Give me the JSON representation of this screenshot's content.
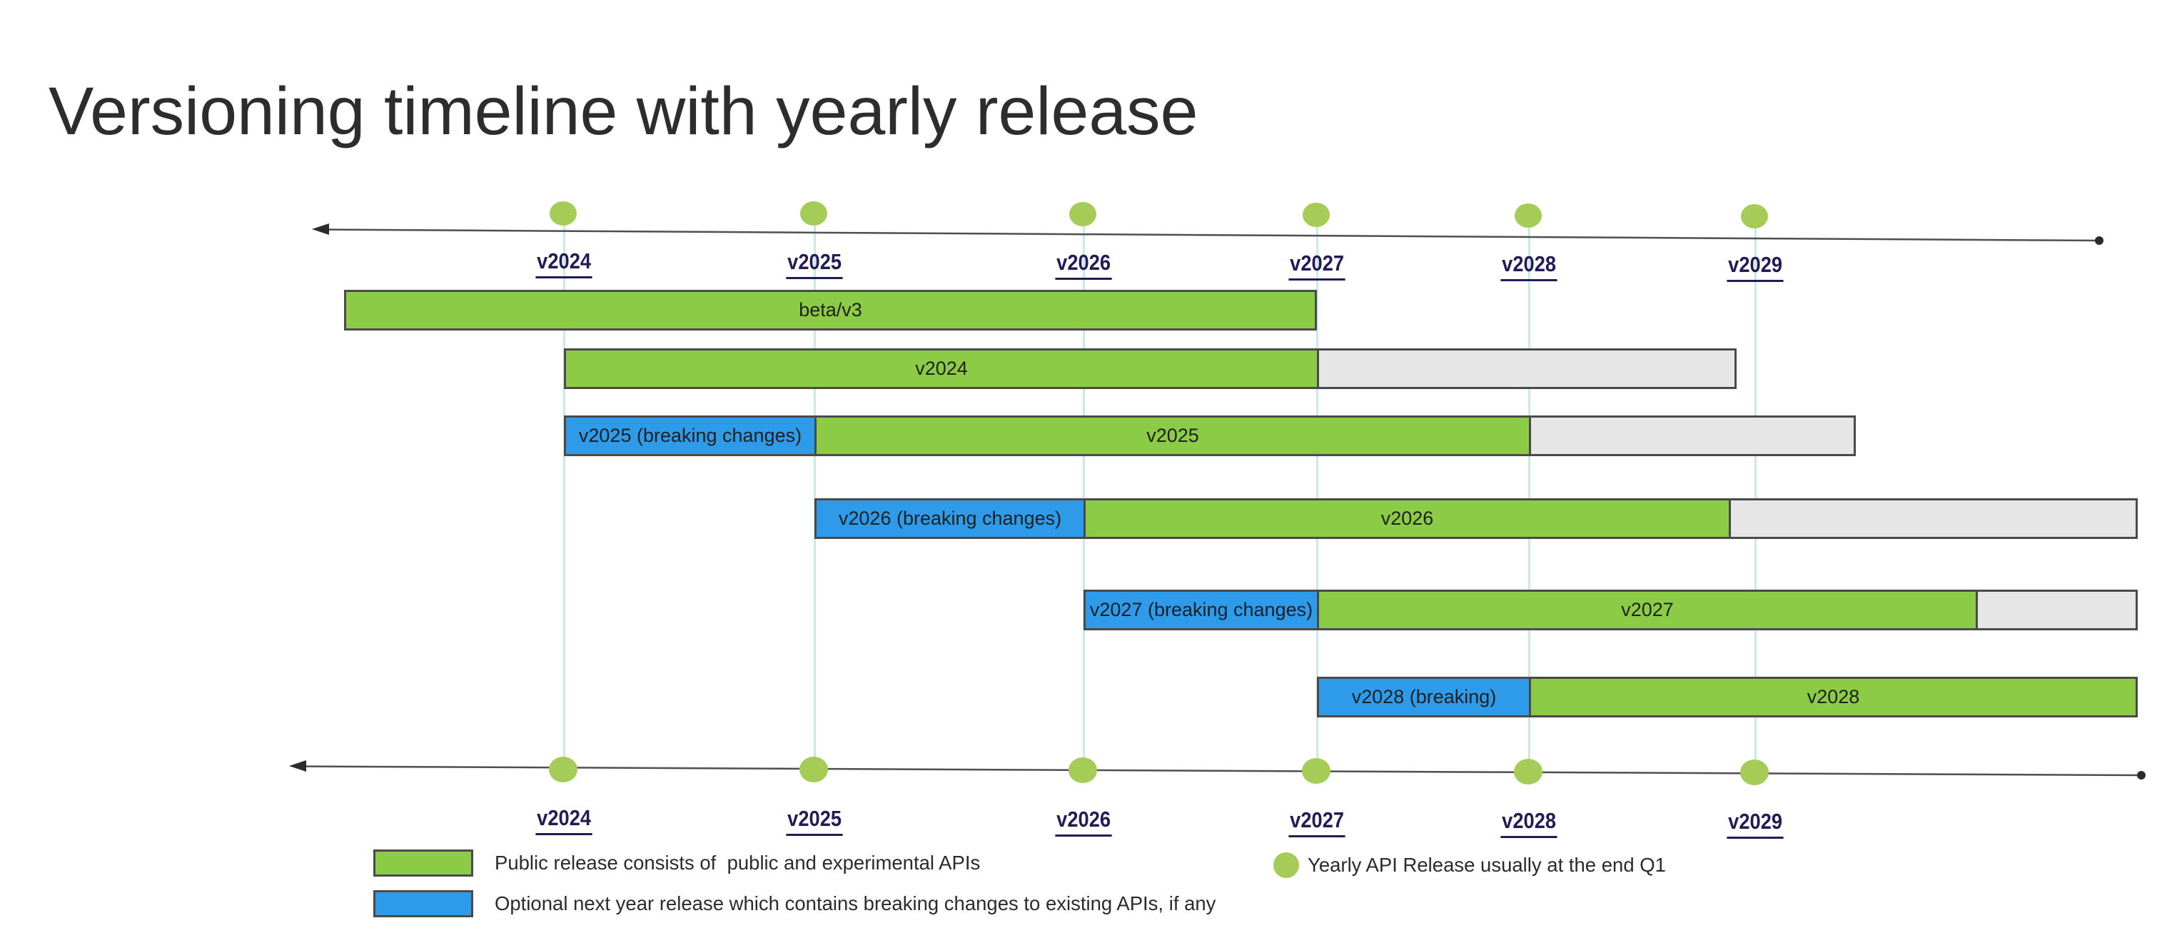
{
  "title": "Versioning timeline with yearly release",
  "colors": {
    "title_text": "#2d2d2d",
    "bar_green": "#8ccb45",
    "bar_blue": "#2e9bea",
    "bar_gray": "#e6e6e6",
    "bar_border": "#4a4a4a",
    "dot_green": "#a4cc56",
    "year_text": "#221b55",
    "guide_teal": "#c9eae6",
    "axis_gray": "#4f4f4f"
  },
  "timeline": {
    "years": [
      "v2024",
      "v2025",
      "v2026",
      "v2027",
      "v2028",
      "v2029"
    ]
  },
  "rows": [
    {
      "id": "beta-v3",
      "segments": [
        {
          "kind": "public",
          "label": "beta/v3"
        }
      ]
    },
    {
      "id": "v2024",
      "segments": [
        {
          "kind": "public",
          "label": "v2024"
        },
        {
          "kind": "support",
          "label": ""
        }
      ]
    },
    {
      "id": "v2025",
      "segments": [
        {
          "kind": "breaking",
          "label": "v2025 (breaking changes)"
        },
        {
          "kind": "public",
          "label": "v2025"
        },
        {
          "kind": "support",
          "label": ""
        }
      ]
    },
    {
      "id": "v2026",
      "segments": [
        {
          "kind": "breaking",
          "label": "v2026 (breaking changes)"
        },
        {
          "kind": "public",
          "label": "v2026"
        },
        {
          "kind": "support",
          "label": ""
        }
      ]
    },
    {
      "id": "v2027",
      "segments": [
        {
          "kind": "breaking",
          "label": "v2027 (breaking changes)"
        },
        {
          "kind": "public",
          "label": "v2027"
        },
        {
          "kind": "support",
          "label": ""
        }
      ]
    },
    {
      "id": "v2028",
      "segments": [
        {
          "kind": "breaking",
          "label": "v2028 (breaking)"
        },
        {
          "kind": "public",
          "label": "v2028"
        }
      ]
    }
  ],
  "legend": {
    "public_release": "Public release consists of  public and experimental APIs",
    "breaking_release": "Optional next year release which contains breaking changes to existing APIs, if any",
    "yearly_release": "Yearly API Release usually at the end Q1"
  }
}
